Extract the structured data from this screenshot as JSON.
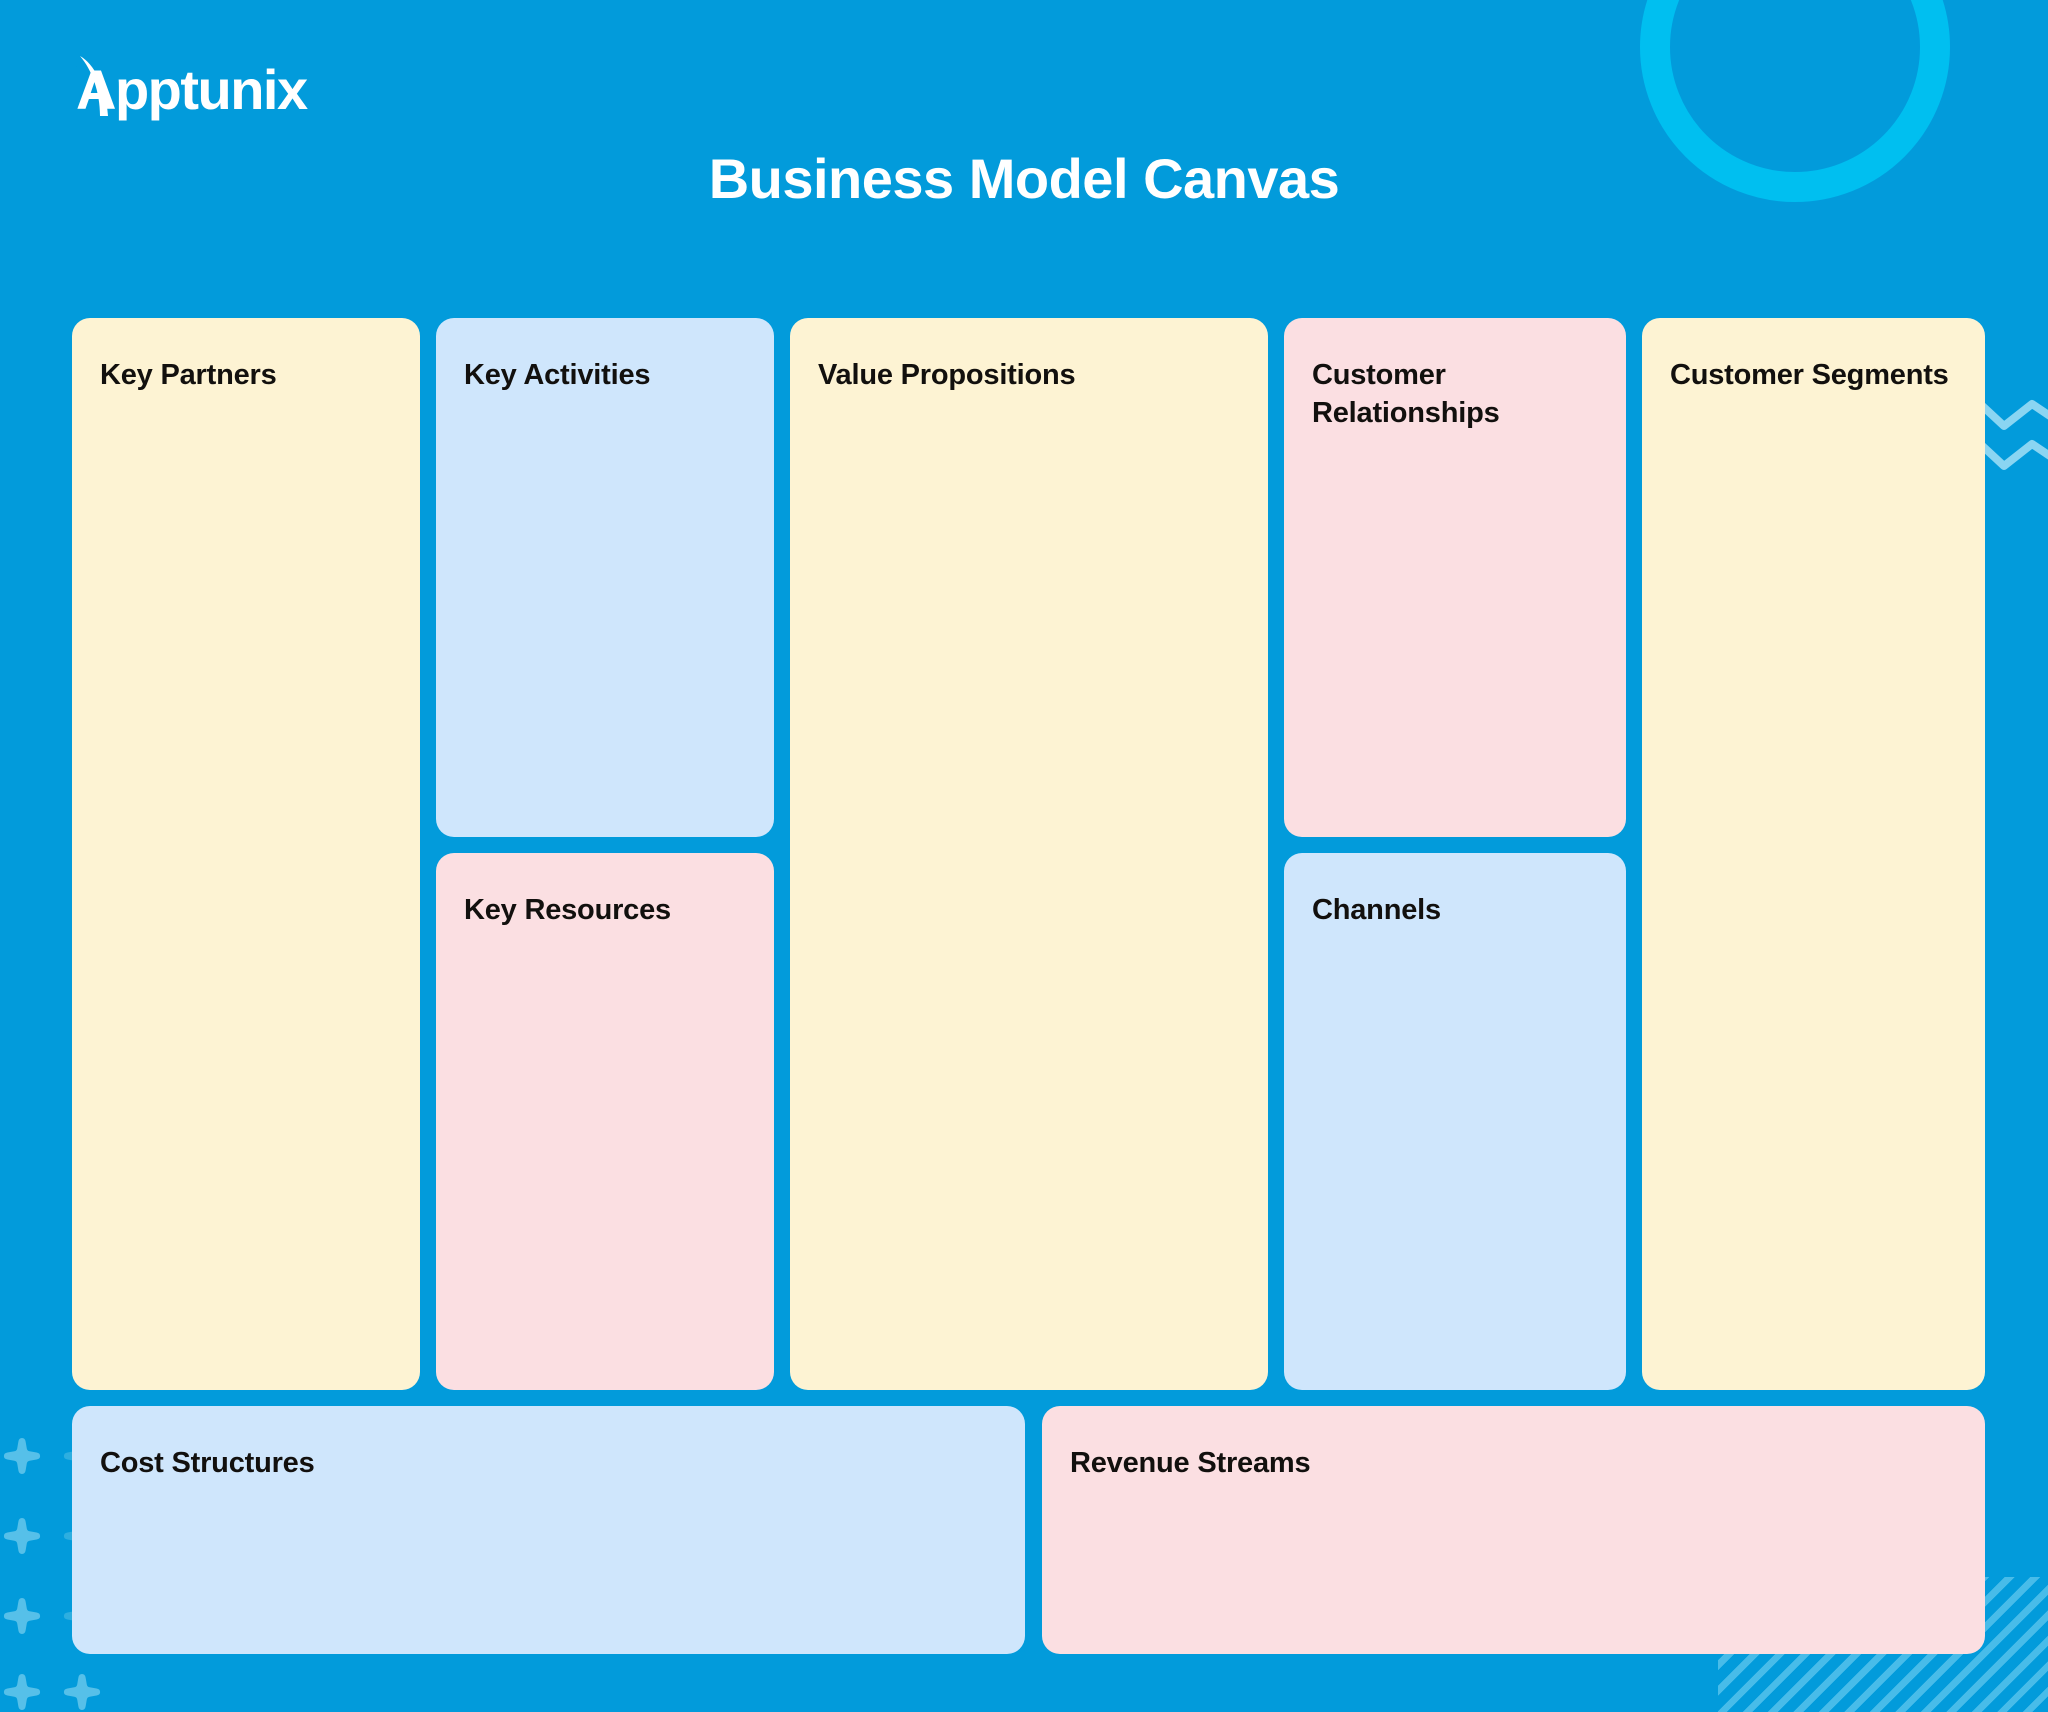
{
  "brand": {
    "name": "Apptunix",
    "logo_icon": "apptunix-arc-logo-icon"
  },
  "header": {
    "title": "Business Model Canvas"
  },
  "theme": {
    "background": "#029bdb",
    "cream": "#fdf3d3",
    "blue": "#cfe6fc",
    "pink": "#fbdfe2",
    "text": "#12100e",
    "accent_cyan": "#00bff0",
    "deco_light_blue": "#82d7f5"
  },
  "decorations": [
    {
      "name": "ring-decoration",
      "shape": "ring",
      "color": "#00bff0",
      "position": "top-right"
    },
    {
      "name": "zigzag-decoration",
      "shape": "zigzag-lines",
      "color": "#82d7f5",
      "position": "right"
    },
    {
      "name": "plus-decoration",
      "shape": "plus-grid",
      "color": "#5cc0e8",
      "position": "bottom-left"
    },
    {
      "name": "stripes-decoration",
      "shape": "diagonal-stripes",
      "color": "#82d7f5",
      "position": "bottom-right"
    }
  ],
  "canvas": {
    "blocks": [
      {
        "id": "key-partners",
        "label": "Key Partners",
        "color": "cream"
      },
      {
        "id": "key-activities",
        "label": "Key Activities",
        "color": "blue"
      },
      {
        "id": "key-resources",
        "label": "Key Resources",
        "color": "pink"
      },
      {
        "id": "value-propositions",
        "label": "Value Propositions",
        "color": "cream"
      },
      {
        "id": "customer-relationships",
        "label": "Customer Relationships",
        "color": "pink"
      },
      {
        "id": "channels",
        "label": "Channels",
        "color": "blue"
      },
      {
        "id": "customer-segments",
        "label": "Customer Segments",
        "color": "cream"
      },
      {
        "id": "cost-structures",
        "label": "Cost Structures",
        "color": "blue"
      },
      {
        "id": "revenue-streams",
        "label": "Revenue Streams",
        "color": "pink"
      }
    ]
  }
}
